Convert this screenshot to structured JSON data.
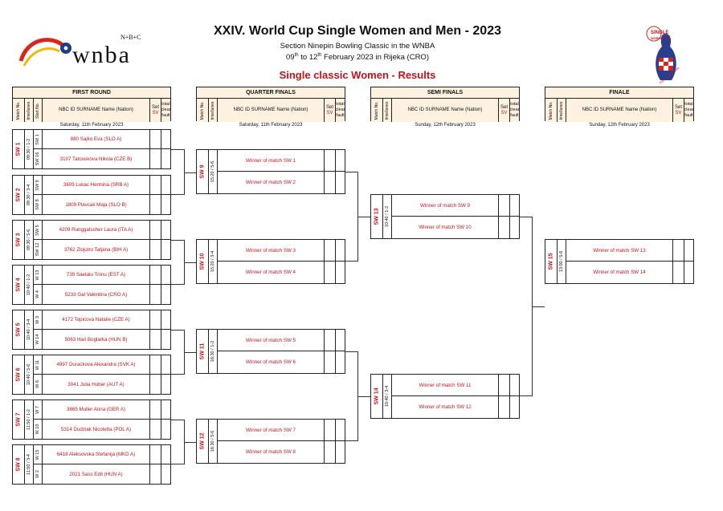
{
  "header": {
    "title": "XXIV. World Cup Single Women and Men - 2023",
    "subtitle": "Section Ninepin Bowling Classic in the WNBA",
    "dates": {
      "from_day": "09",
      "from_sup": "th",
      "to": "to",
      "to_day": "12",
      "to_sup": "th",
      "rest": "February 2023 in Rijeka (CRO)"
    },
    "result_title": "Single classic Women - Results"
  },
  "logo": {
    "main": "wnba",
    "small": "N+B+C"
  },
  "wc_logo": {
    "line1": "SINGLE",
    "line2": "WORLD CUP",
    "line3": "Rijeka 2023 Croatia"
  },
  "colors": {
    "accent": "#c0141b",
    "header_bg": "#fff1df"
  },
  "columns": {
    "match_no": "Match No.",
    "time_lanes": "time/lanes",
    "start_no": "Start No.",
    "player": "NBC ID  SURNAME  Name (Nation)",
    "set": "Set",
    "sv": "SV",
    "total": "total clear fault"
  },
  "rounds": [
    {
      "name": "FIRST ROUND",
      "date": "Saturday, 11th February 2023"
    },
    {
      "name": "QUARTER FINALS",
      "date": "Saturday, 11th February 2023"
    },
    {
      "name": "SEMI FINALS",
      "date": "Sunday, 12th February 2023"
    },
    {
      "name": "FINALE",
      "date": "Sunday, 12th February 2023"
    }
  ],
  "first_round": [
    {
      "code": "SW 1",
      "time": "09:30 / 1-2",
      "players": [
        {
          "start": "SW 1",
          "name": "880 Sajko Eva (SLO A)"
        },
        {
          "start": "SW 16",
          "name": "3107 Tatouskova Nikola (CZE B)"
        }
      ]
    },
    {
      "code": "SW 2",
      "time": "09:30 / 3-4",
      "players": [
        {
          "start": "SW 9",
          "name": "3609 Lukac Hermina (SRB A)"
        },
        {
          "start": "SW 8",
          "name": "1809 Plavcak Maja (SLO B)"
        }
      ]
    },
    {
      "code": "SW 3",
      "time": "09:30 / 5-6",
      "players": [
        {
          "start": "SW 5",
          "name": "4209 Runggatscher Laura (ITA A)"
        },
        {
          "start": "SW 12",
          "name": "3762 Zlojutro Tatjana (BIH A)"
        }
      ]
    },
    {
      "code": "SW 4",
      "time": "10:40 / 1-2",
      "players": [
        {
          "start": "W 13",
          "name": "739 Saetalu Triinu (EST A)"
        },
        {
          "start": "W 4",
          "name": "5233 Gal Valentina (CRO A)"
        }
      ]
    },
    {
      "code": "SW 5",
      "time": "10:40 / 3-4",
      "players": [
        {
          "start": "W 3",
          "name": "4172 Topicova Natalie (CZE A)"
        },
        {
          "start": "W 14",
          "name": "5063 Hari Boglarka (HUN B)"
        }
      ]
    },
    {
      "code": "SW 6",
      "time": "10:40 / 5-6",
      "players": [
        {
          "start": "W 11",
          "name": "4997 Durackova Alexandra (SVK A)"
        },
        {
          "start": "W 6",
          "name": "3041 Julia Huber (AUT A)"
        }
      ]
    },
    {
      "code": "SW 7",
      "time": "11:50 / 1-2",
      "players": [
        {
          "start": "W 7",
          "name": "3865 Muller Anna (GER A)"
        },
        {
          "start": "W 10",
          "name": "5314 Dudziak Nicoletta (POL A)"
        }
      ]
    },
    {
      "code": "SW 8",
      "time": "11:50 / 3-4",
      "players": [
        {
          "start": "W 15",
          "name": "6418 Aleksovska Stefanija (MKD A)"
        },
        {
          "start": "W 2",
          "name": "2021 Sass Edit (HUN A)"
        }
      ]
    }
  ],
  "quarter_finals": [
    {
      "code": "SW 9",
      "time": "15:20 / 5-6",
      "players": [
        "Winner of match SW 1",
        "Winner of match SW 2"
      ]
    },
    {
      "code": "SW 10",
      "time": "15:20 / 3-4",
      "players": [
        "Winner of match SW 3",
        "Winner of match SW 4"
      ]
    },
    {
      "code": "SW 11",
      "time": "16:30 / 1-2",
      "players": [
        "Winner of match SW 5",
        "Winner of match SW 6"
      ]
    },
    {
      "code": "SW 12",
      "time": "16:30 / 5-6",
      "players": [
        "Winner of match SW 7",
        "Winner of match SW 8"
      ]
    }
  ],
  "semi_finals": [
    {
      "code": "SW 13",
      "time": "10:40 / 1-2",
      "players": [
        "Winner of match SW 9",
        "Winner of match SW 10"
      ]
    },
    {
      "code": "SW 14",
      "time": "10:40 / 3-4",
      "players": [
        "Winner of match SW 11",
        "Winner of match SW 12"
      ]
    }
  ],
  "finale": [
    {
      "code": "SW 15",
      "time": "13:00 / 5-6",
      "players": [
        "Winner of match SW 13",
        "Winner of match SW 14"
      ]
    }
  ]
}
